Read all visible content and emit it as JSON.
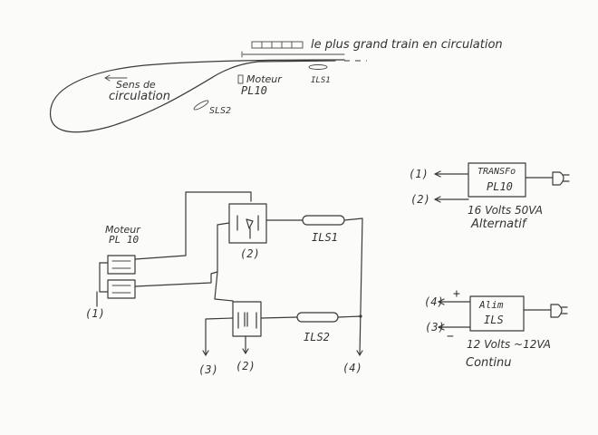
{
  "track": {
    "title": "le plus grand train en circulation",
    "direction_line1": "Sens de",
    "direction_line2": "circulation",
    "motor_line1": "Moteur",
    "motor_line2": "PL10",
    "ils1": "ILS1",
    "ils2": "SLS2"
  },
  "transfo": {
    "name_line1": "TRANSFo",
    "name_line2": "PL10",
    "rating": "16 Volts 50VA",
    "type": "Alternatif",
    "out1": "(1)",
    "out2": "(2)"
  },
  "alim": {
    "name_line1": "Alim",
    "name_line2": "ILS",
    "rating": "12 Volts ~12VA",
    "type": "Continu",
    "plus": "+",
    "minus": "−",
    "out4": "(4)",
    "out3": "(3)"
  },
  "circuit": {
    "motor_line1": "Moteur",
    "motor_line2": "PL 10",
    "ils1": "ILS1",
    "ils2": "ILS2",
    "relay1_label": "(2)",
    "term1": "(1)",
    "term3": "(3)",
    "term2": "(2)",
    "term4": "(4)"
  }
}
